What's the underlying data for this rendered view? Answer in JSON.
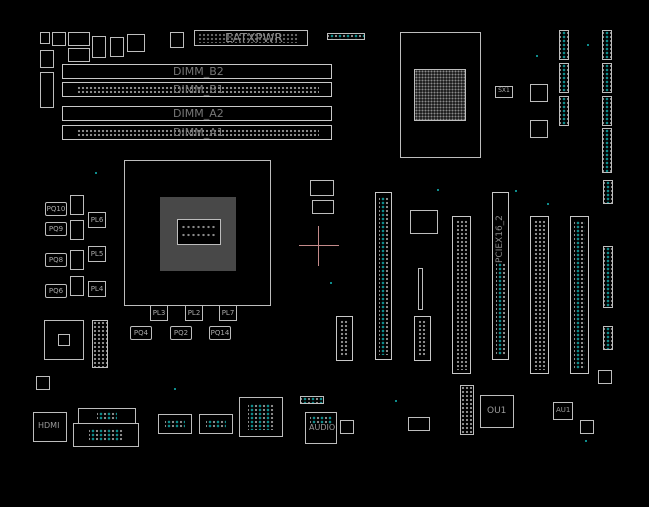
{
  "viewer": {
    "title": "Boardview"
  },
  "board": {
    "connectors": {
      "atx_power": "EATXPWR",
      "dimm_b2": "DIMM_B2",
      "dimm_b1": "DIMM_B1",
      "dimm_a2": "DIMM_A2",
      "dimm_a1": "DIMM_A1",
      "pcie_slot": "PCIEX16_2",
      "hdmi": "HDMI",
      "audio": "AUDIO"
    },
    "chips": {
      "ou1": "OU1",
      "au1": "AU1",
      "sx1": "SX1"
    },
    "inductors": [
      "PL6",
      "PL5",
      "PL4",
      "PL3",
      "PL2",
      "PL7"
    ],
    "mosfets": [
      "PQ10",
      "PQ9",
      "PQ8",
      "PQ6",
      "PQ4",
      "PQ2",
      "PQ14"
    ]
  },
  "colors": {
    "background": "#000000",
    "outline": "#bdbdbd",
    "pin_highlight": "#0e8c8c",
    "cursor": "#c48a8a"
  }
}
